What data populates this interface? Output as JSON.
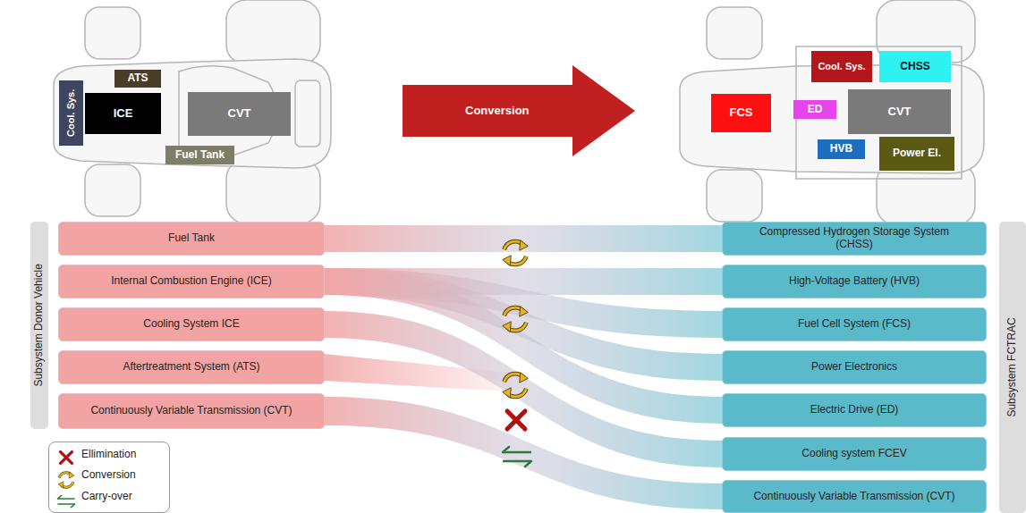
{
  "diagram": {
    "nodes": [
      {
        "text": [
          "Cool. Sys."
        ]
      },
      {
        "text": [
          "ATS"
        ]
      },
      {
        "text": [
          "ICE"
        ]
      },
      {
        "text": [
          "CVT"
        ]
      },
      {
        "text": [
          "Fuel Tank"
        ]
      },
      {
        "text": [
          "Conversion"
        ]
      },
      {
        "text": [
          "Cool. Sys."
        ]
      },
      {
        "text": [
          "CHSS"
        ]
      },
      {
        "text": [
          "FCS"
        ]
      },
      {
        "text": [
          "ED"
        ]
      },
      {
        "text": [
          "CVT"
        ]
      },
      {
        "text": [
          "HVB"
        ]
      },
      {
        "text": [
          "Power El."
        ]
      },
      {
        "text": [
          "Subsystem Donor Vehicle"
        ]
      },
      {
        "text": [
          "Fuel Tank"
        ]
      },
      {
        "text": [
          "Internal Combustion Engine (ICE)"
        ]
      },
      {
        "text": [
          "Cooling System ICE"
        ]
      },
      {
        "text": [
          "Aftertreatment System (ATS)"
        ]
      },
      {
        "text": [
          "Continuously Variable Transmission (CVT)"
        ]
      },
      {
        "text": [
          "Compressed Hydrogen Storage System (CHSS)"
        ]
      },
      {
        "text": [
          "High-Voltage Battery (HVB)"
        ]
      },
      {
        "text": [
          "Fuel Cell System (FCS)"
        ]
      },
      {
        "text": [
          "Power Electronics"
        ]
      },
      {
        "text": [
          "Electric Drive (ED)"
        ]
      },
      {
        "text": [
          "Cooling system FCEV"
        ]
      },
      {
        "text": [
          "Continuously Variable Transmission (CVT)"
        ]
      },
      {
        "text": [
          "Subsystem FCTRAC"
        ]
      }
    ],
    "edges": [
      {
        "from": 14,
        "to": 19,
        "arrow": "none"
      },
      {
        "from": 15,
        "to": 20,
        "arrow": "none"
      },
      {
        "from": 15,
        "to": 21,
        "arrow": "none"
      },
      {
        "from": 15,
        "to": 22,
        "arrow": "none"
      },
      {
        "from": 15,
        "to": 23,
        "arrow": "none"
      },
      {
        "from": 16,
        "to": 24,
        "arrow": "none"
      },
      {
        "from": 18,
        "to": 25,
        "arrow": "none"
      }
    ],
    "legend": [
      {
        "text": "Ellimination"
      },
      {
        "text": "Conversion"
      },
      {
        "text": "Carry-over"
      }
    ]
  }
}
